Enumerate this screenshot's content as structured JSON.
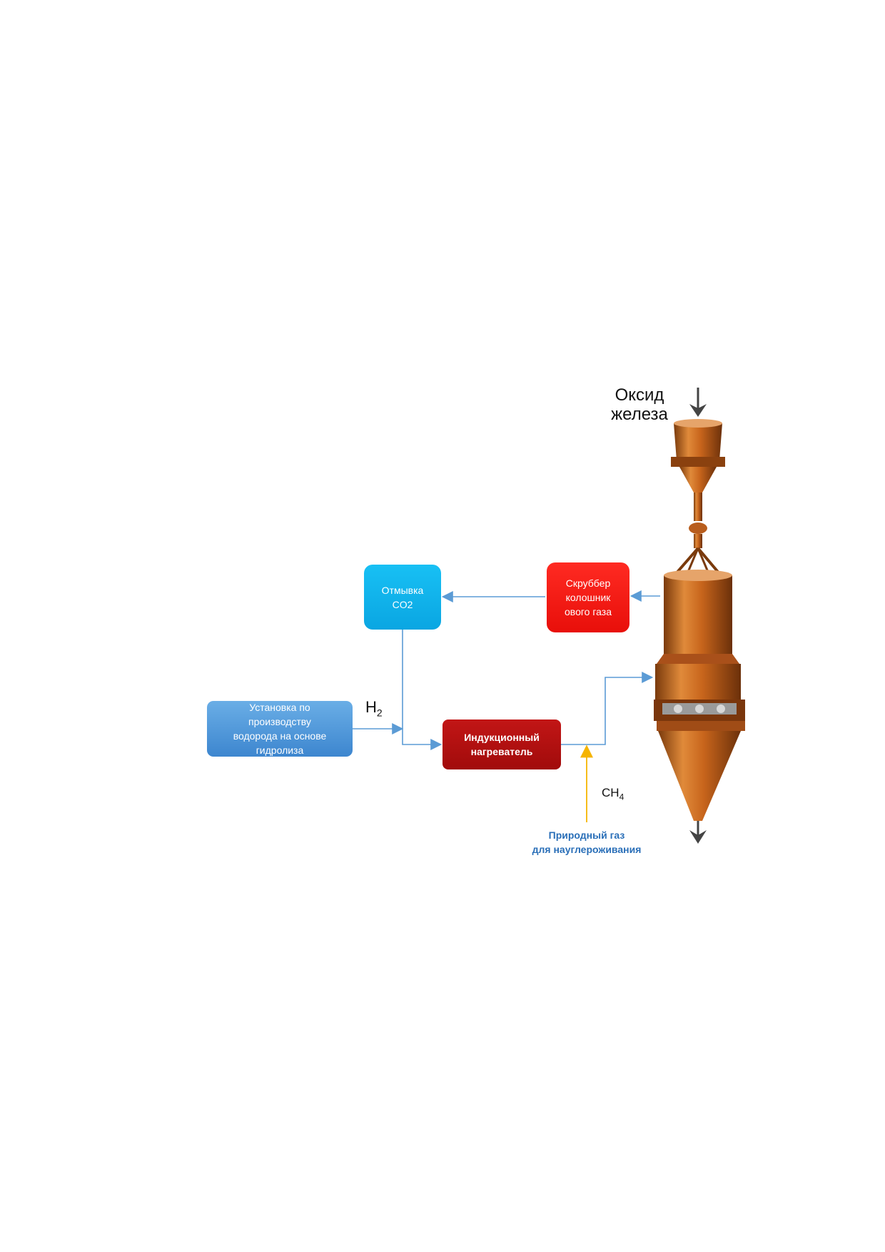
{
  "boxes": {
    "hydrolysis": "Установка по\nпроизводству\nводорода на основе\nгидролиза",
    "co2_wash": "Отмывка\nCO2",
    "scrubber": "Скруббер\nколошник\nового газа",
    "heater": "Индукционный\nнагреватель"
  },
  "labels": {
    "iron_oxide": "Оксид\nжелеза",
    "h2_main": "H",
    "h2_sub": "2",
    "ch4_main": "CH",
    "ch4_sub": "4",
    "natural_gas": "Природный газ\nдля науглероживания"
  },
  "colors": {
    "flow_arrow": "#5b9bd5",
    "ch4_arrow": "#f5b400",
    "furnace": "#c8651c"
  }
}
